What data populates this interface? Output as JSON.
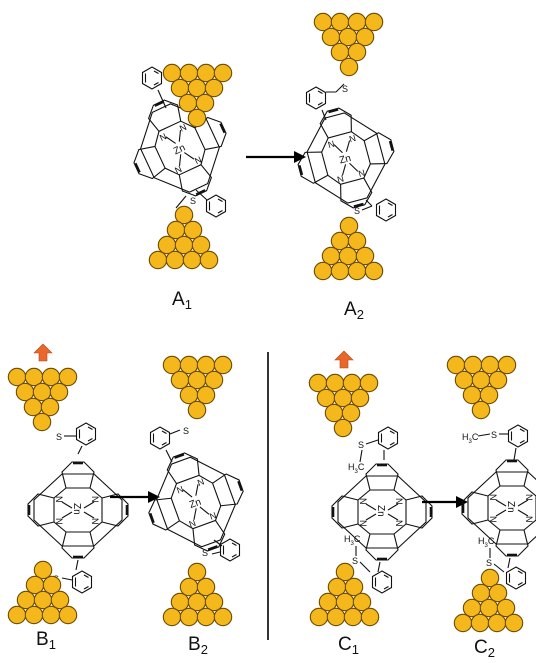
{
  "labels": {
    "A1": {
      "main": "A",
      "sub": "1"
    },
    "A2": {
      "main": "A",
      "sub": "2"
    },
    "B1": {
      "main": "B",
      "sub": "1"
    },
    "B2": {
      "main": "B",
      "sub": "2"
    },
    "C1": {
      "main": "C",
      "sub": "1"
    },
    "C2": {
      "main": "C",
      "sub": "2"
    }
  },
  "atoms": {
    "zinc": "Zn",
    "nitrogen": "N",
    "sulfur": "S",
    "methyl_H": "H",
    "methyl_3": "3",
    "methyl_C": "C"
  },
  "colors": {
    "gold": "#f5b81c",
    "gold_outline": "#6b4b00",
    "pull_arrow": "#e8672b"
  },
  "icons": {
    "reaction_arrow": "right-arrow-icon",
    "pull_arrow": "up-arrow-icon",
    "electrode": "gold-cluster"
  }
}
